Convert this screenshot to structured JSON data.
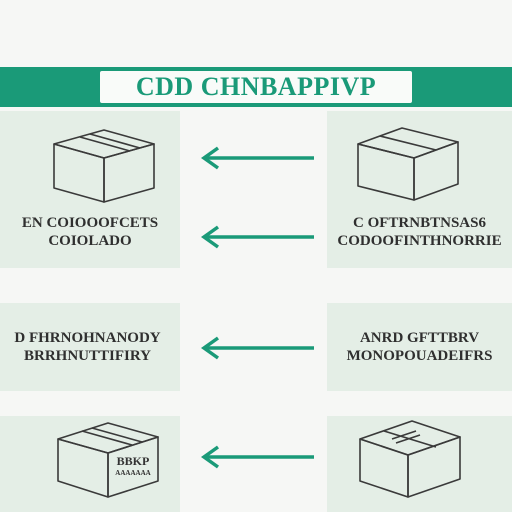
{
  "title": "CDD CHNBAPPIVP",
  "left": {
    "label1": [
      "EN COIOOOFCETS",
      "COIOLADO"
    ],
    "label2": [
      "D FHRNOHNANODY",
      "BRRHNUTTIFIRY"
    ],
    "box_stamp": [
      "BBKP",
      "AAAAAAA"
    ]
  },
  "right": {
    "label1": [
      "C OFTRNBTNSAS6",
      "CODOOFINTHNORRIE"
    ],
    "label2": [
      "ANRD GFTTBRV",
      "MONOPOUADEIFRS"
    ]
  },
  "colors": {
    "accent": "#1a9a78",
    "panel": "#e4eee6",
    "ink": "#3a3a3a"
  },
  "icons": [
    "box-icon",
    "arrow-left-icon"
  ]
}
